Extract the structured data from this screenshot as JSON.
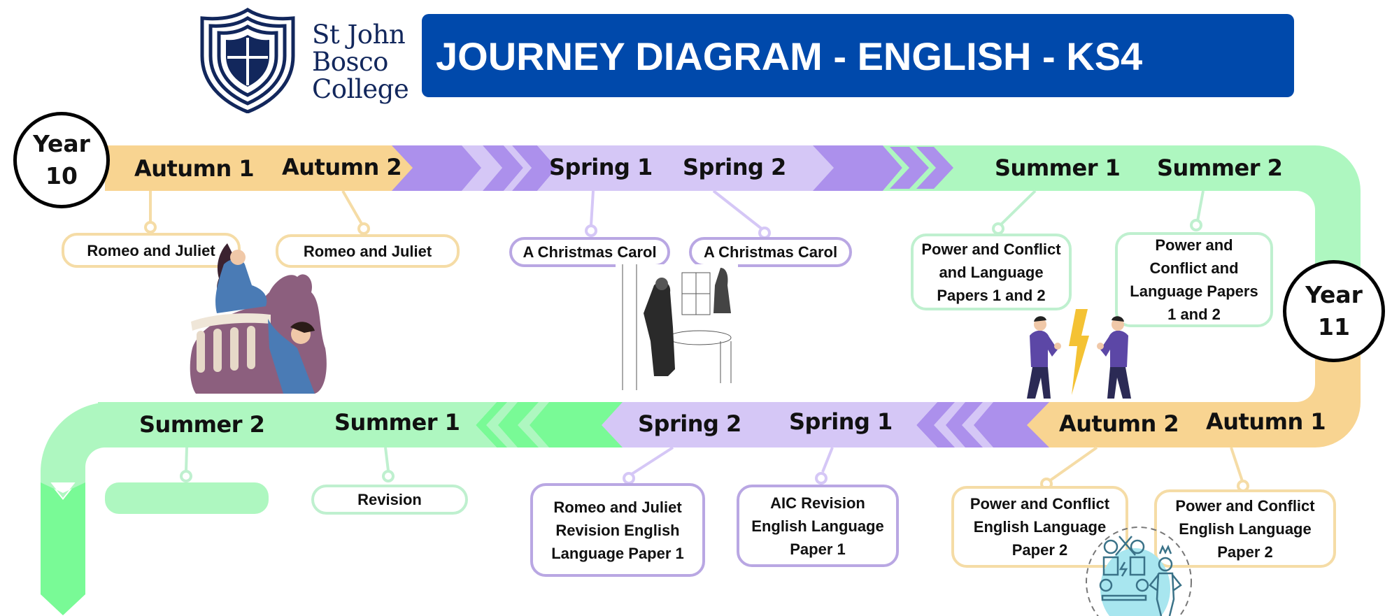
{
  "header": {
    "school_name_lines": [
      "St John",
      "Bosco",
      "College"
    ],
    "title": "JOURNEY DIAGRAM - ENGLISH - KS4",
    "title_bar_color": "#0049ab",
    "logo_icon": "shield-cross-icon"
  },
  "colors": {
    "autumn": "#f8d491",
    "spring_dark": "#ac90ec",
    "spring_light": "#d5c7f6",
    "summer_light": "#aef7c0",
    "summer_dark": "#79fa96",
    "text": "#111111"
  },
  "year10": {
    "label_line1": "Year",
    "label_line2": "10",
    "terms": [
      {
        "name": "Autumn 1",
        "topic": "Romeo and Juliet"
      },
      {
        "name": "Autumn 2",
        "topic": "Romeo and Juliet"
      },
      {
        "name": "Spring 1",
        "topic": "A Christmas Carol"
      },
      {
        "name": "Spring 2",
        "topic": "A Christmas Carol"
      },
      {
        "name": "Summer 1",
        "topic": "Power and Conflict and Language Papers 1 and 2"
      },
      {
        "name": "Summer 2",
        "topic": "Power and Conflict and Language Papers 1 and 2"
      }
    ]
  },
  "year11": {
    "label_line1": "Year",
    "label_line2": "11",
    "terms": [
      {
        "name": "Autumn 1",
        "topic": "Power and Conflict English Language Paper 2"
      },
      {
        "name": "Autumn 2",
        "topic": "Power and Conflict English Language Paper 2"
      },
      {
        "name": "Spring 1",
        "topic": "AIC Revision English Language Paper 1"
      },
      {
        "name": "Spring 2",
        "topic": "Romeo and Juliet Revision English Language Paper 1"
      },
      {
        "name": "Summer 1",
        "topic": "Revision"
      },
      {
        "name": "Summer 2",
        "topic": ""
      }
    ]
  },
  "illustrations": [
    {
      "name": "romeo-juliet-balcony-illustration"
    },
    {
      "name": "christmas-carol-scrooge-illustration"
    },
    {
      "name": "businessmen-conflict-illustration"
    },
    {
      "name": "team-conflict-icon-illustration"
    }
  ]
}
